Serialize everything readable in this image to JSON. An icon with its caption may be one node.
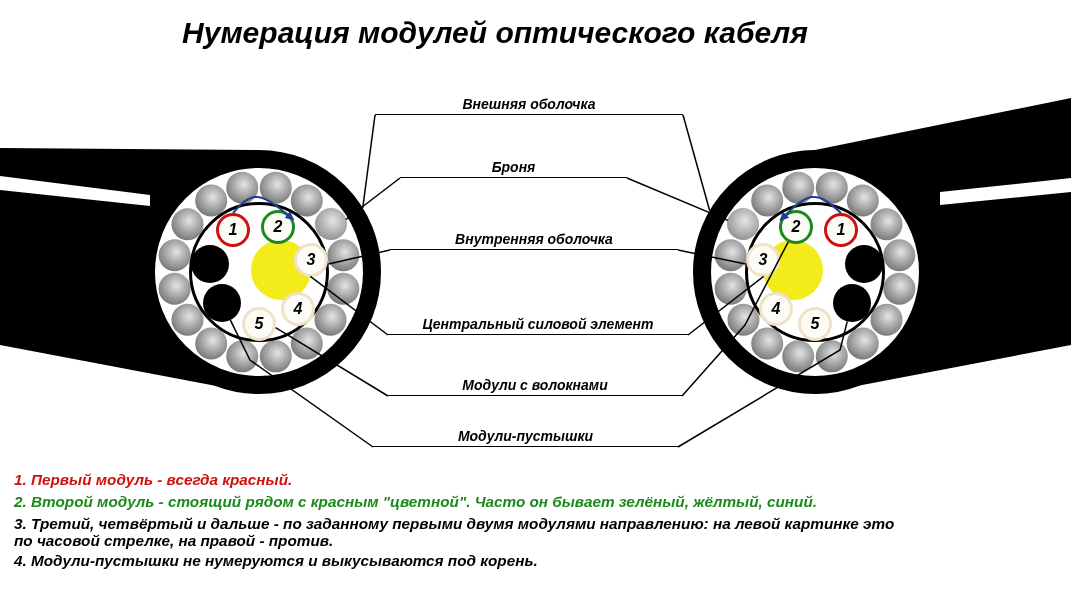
{
  "diagram": {
    "title": "Нумерация модулей оптического кабеля",
    "nodes": [
      {
        "text": [
          "Внешняя оболочка"
        ]
      },
      {
        "text": [
          "Броня"
        ]
      },
      {
        "text": [
          "Внутренняя оболочка"
        ]
      },
      {
        "text": [
          "Центральный силовой элемент"
        ]
      },
      {
        "text": [
          "Модули с волокнами"
        ]
      },
      {
        "text": [
          "Модули-пустышки"
        ]
      },
      {
        "text": [],
        "shape": "circle"
      },
      {
        "text": [],
        "shape": "circle",
        "in": 6
      },
      {
        "text": [],
        "shape": "circle",
        "in": 6
      },
      {
        "text": [],
        "shape": "circle",
        "in": 8
      },
      {
        "text": [
          "1"
        ],
        "in": 8
      },
      {
        "text": [
          "2"
        ],
        "in": 8
      },
      {
        "text": [
          "3"
        ],
        "in": 8
      },
      {
        "text": [
          "4"
        ],
        "in": 8
      },
      {
        "text": [
          "5"
        ],
        "in": 8
      },
      {
        "text": [],
        "shape": "circle",
        "in": 8
      },
      {
        "text": [],
        "shape": "circle",
        "in": 8
      },
      {
        "text": [],
        "shape": "circle"
      },
      {
        "text": [],
        "shape": "circle",
        "in": 17
      },
      {
        "text": [],
        "shape": "circle",
        "in": 17
      },
      {
        "text": [],
        "shape": "circle",
        "in": 19
      },
      {
        "text": [
          "2"
        ],
        "in": 19
      },
      {
        "text": [
          "1"
        ],
        "in": 19
      },
      {
        "text": [
          "3"
        ],
        "in": 19
      },
      {
        "text": [
          "4"
        ],
        "in": 19
      },
      {
        "text": [
          "5"
        ],
        "in": 19
      },
      {
        "text": [],
        "shape": "circle",
        "in": 19
      },
      {
        "text": [],
        "shape": "circle",
        "in": 19
      }
    ],
    "edges": [
      {
        "from": 0,
        "to": 6,
        "arrow": "none"
      },
      {
        "from": 0,
        "to": 17,
        "arrow": "none"
      },
      {
        "from": 1,
        "to": 7,
        "arrow": "none"
      },
      {
        "from": 1,
        "to": 18,
        "arrow": "none"
      },
      {
        "from": 2,
        "to": 8,
        "arrow": "none"
      },
      {
        "from": 2,
        "to": 19,
        "arrow": "none"
      },
      {
        "from": 3,
        "to": 9,
        "arrow": "none"
      },
      {
        "from": 3,
        "to": 20,
        "arrow": "none"
      },
      {
        "from": 4,
        "to": 14,
        "arrow": "none"
      },
      {
        "from": 4,
        "to": 21,
        "arrow": "none"
      },
      {
        "from": 5,
        "to": 16,
        "arrow": "none"
      },
      {
        "from": 5,
        "to": 27,
        "arrow": "none"
      },
      {
        "from": 10,
        "to": 11,
        "arrow": "to",
        "color": "#1f3c99"
      },
      {
        "from": 22,
        "to": 21,
        "arrow": "to",
        "color": "#1f3c99"
      }
    ],
    "labels": [
      "1. Первый модуль - всегда красный.",
      "2. Второй модуль - стоящий рядом с красным \"цветной\". Часто он бывает зелёный, жёлтый, синий.",
      "3. Третий, четвёртый и дальше - по заданному первыми двумя модулями направлению: на левой картинке это по часовой стрелке, на правой - против.",
      "4. Модули-пустышки не нумеруются и выкусываются под корень."
    ]
  }
}
